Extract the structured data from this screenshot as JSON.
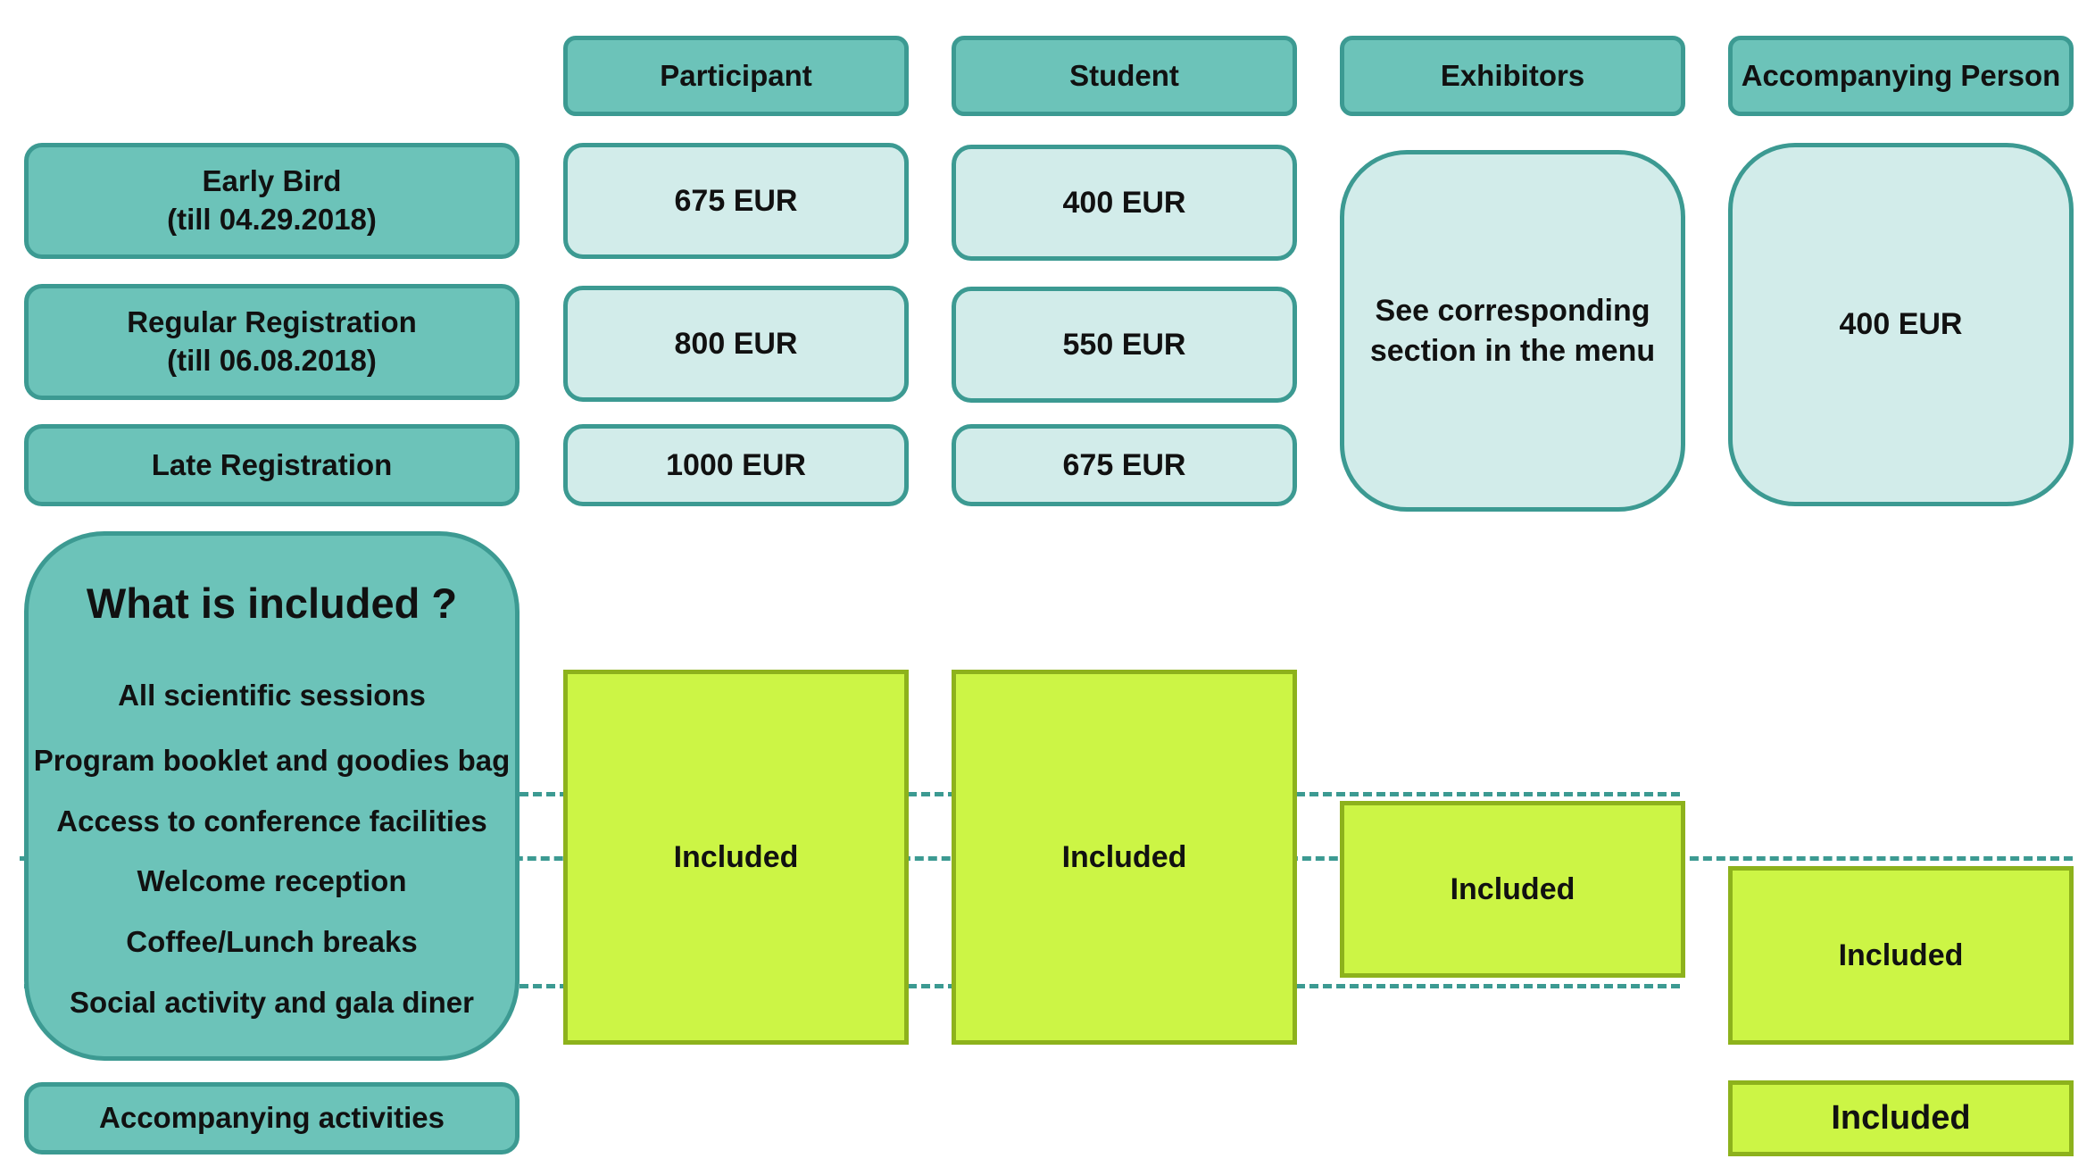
{
  "columns": {
    "participant": "Participant",
    "student": "Student",
    "exhibitors": "Exhibitors",
    "accompanying_person": "Accompanying Person"
  },
  "rows": {
    "early_bird": {
      "line1": "Early Bird",
      "line2": "(till 04.29.2018)"
    },
    "regular": {
      "line1": "Regular Registration",
      "line2": "(till 06.08.2018)"
    },
    "late": {
      "line1": "Late Registration"
    }
  },
  "prices": {
    "participant": {
      "early_bird": "675 EUR",
      "regular": "800 EUR",
      "late": "1000 EUR"
    },
    "student": {
      "early_bird": "400 EUR",
      "regular": "550 EUR",
      "late": "675 EUR"
    },
    "exhibitors": {
      "line1": "See corresponding",
      "line2": "section in the menu"
    },
    "accompanying_person": "400 EUR"
  },
  "included_section": {
    "title": "What is included ?",
    "items": [
      "All scientific sessions",
      "Program booklet and goodies bag",
      "Access to conference facilities",
      "Welcome reception",
      "Coffee/Lunch breaks",
      "Social activity and gala diner"
    ],
    "accompanying_activities": "Accompanying activities"
  },
  "included_label": "Included",
  "colors": {
    "teal_fill": "#6cc3b9",
    "teal_border": "#3c9a92",
    "light_teal_fill": "#d2ecea",
    "green_fill": "#ccf545",
    "green_border": "#8db21c"
  }
}
